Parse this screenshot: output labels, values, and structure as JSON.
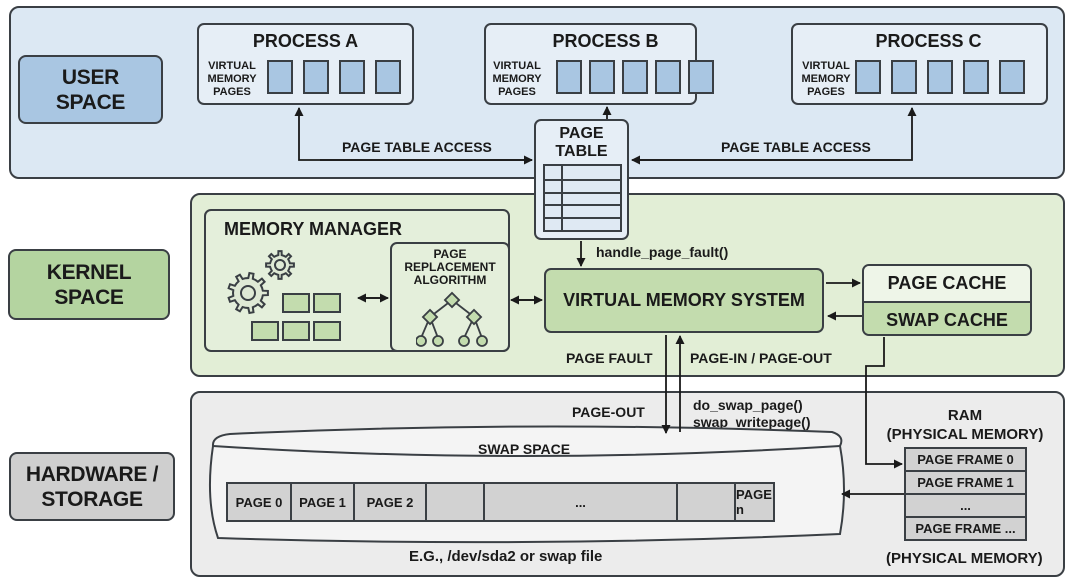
{
  "layers": {
    "user": {
      "label": "USER\nSPACE",
      "color": "#a9c6e2"
    },
    "kernel": {
      "label": "KERNEL\nSPACE",
      "color": "#b4d4a0"
    },
    "hardware": {
      "label": "HARDWARE /\nSTORAGE",
      "color": "#cfcfcf"
    }
  },
  "processes": [
    {
      "title": "PROCESS A",
      "pages_label": "VIRTUAL\nMEMORY\nPAGES",
      "page_count": 4
    },
    {
      "title": "PROCESS B",
      "pages_label": "VIRTUAL\nMEMORY\nPAGES",
      "page_count": 5
    },
    {
      "title": "PROCESS C",
      "pages_label": "VIRTUAL\nMEMORY\nPAGES",
      "page_count": 5
    }
  ],
  "page_table": {
    "title": "PAGE\nTABLE",
    "rows": 5
  },
  "arrows": {
    "page_table_access_left": "PAGE TABLE ACCESS",
    "page_table_access_right": "PAGE TABLE ACCESS",
    "handle_page_fault": "handle_page_fault()",
    "page_fault": "PAGE FAULT",
    "page_in_out": "PAGE-IN / PAGE-OUT",
    "page_out": "PAGE-OUT",
    "swap_funcs": "do_swap_page()\nswap_writepage()"
  },
  "memory_manager": {
    "title": "MEMORY MANAGER",
    "page_replacement": "PAGE\nREPLACEMENT\nALGORITHM"
  },
  "virtual_memory_system": "VIRTUAL MEMORY SYSTEM",
  "caches": {
    "page_cache": "PAGE CACHE",
    "swap_cache": "SWAP CACHE"
  },
  "swap_space": {
    "title": "SWAP SPACE",
    "cells": [
      "PAGE 0",
      "PAGE 1",
      "PAGE 2",
      "",
      "...",
      "",
      "PAGE n"
    ],
    "caption": "E.G., /dev/sda2 or swap file"
  },
  "ram": {
    "title": "RAM\n(PHYSICAL MEMORY)",
    "frames": [
      "PAGE FRAME 0",
      "PAGE FRAME 1",
      "...",
      "PAGE FRAME ..."
    ],
    "caption": "(PHYSICAL MEMORY)"
  }
}
